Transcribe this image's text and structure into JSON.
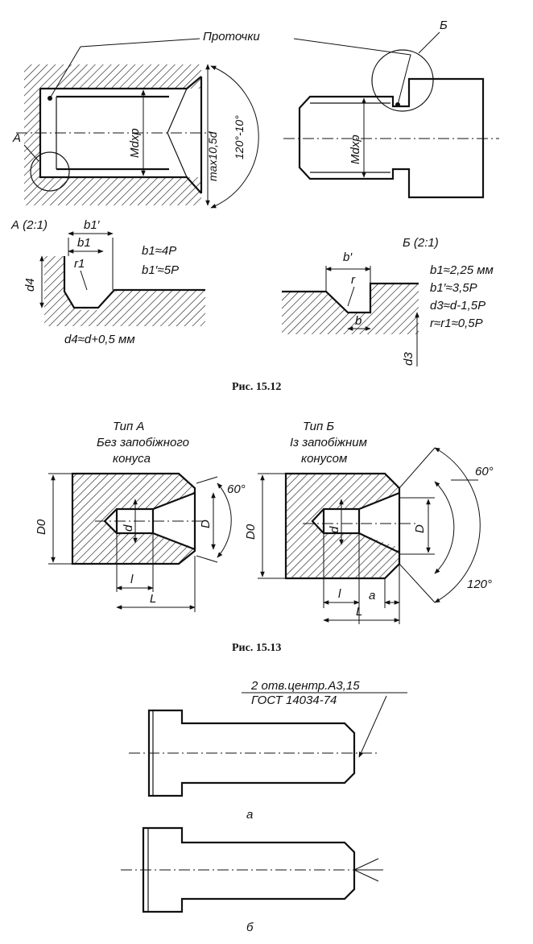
{
  "fig_15_12": {
    "caption": "Рис. 15.12",
    "callout_grooves": "Проточки",
    "view_a_marker": "А",
    "view_b_marker": "Б",
    "thread_label_hole": "Mdxp",
    "thread_label_shaft": "Mdxp",
    "chamfer_depth": "max10,5d",
    "countersink_angle": "120°-10°",
    "detail_a": {
      "title": "А (2:1)",
      "dim_b1_prime": "b1′",
      "dim_b1": "b1",
      "dim_r1": "r1",
      "dim_d4": "d4",
      "formula_1": "b1≈4P",
      "formula_2": "b1′≈5P",
      "formula_3": "d4≈d+0,5 мм"
    },
    "detail_b": {
      "title": "Б (2:1)",
      "dim_b_prime": "b′",
      "dim_r": "r",
      "dim_b": "b",
      "dim_d3": "d3",
      "formula_1": "b1≈2,25 мм",
      "formula_2": "b1′≈3,5P",
      "formula_3": "d3≈d-1,5P",
      "formula_4": "r≈r1≈0,5P"
    }
  },
  "fig_15_13": {
    "caption": "Рис. 15.13",
    "type_a": {
      "title_line1": "Тип А",
      "title_line2": "Без запобіжного",
      "title_line3": "конуса",
      "dim_d0": "D0",
      "dim_d_small": "d",
      "dim_d_big": "D",
      "dim_l": "l",
      "dim_L": "L",
      "angle": "60°"
    },
    "type_b": {
      "title_line1": "Тип Б",
      "title_line2": "Із запобіжним",
      "title_line3": "конусом",
      "dim_d0": "D0",
      "dim_d_small": "d",
      "dim_d_big": "D",
      "dim_l": "l",
      "dim_a": "a",
      "dim_L": "L",
      "angle_1": "60°",
      "angle_2": "120°"
    }
  },
  "fig_15_14": {
    "note_line1": "2 отв.центр.А3,15",
    "note_line2": "ГОСТ 14034-74",
    "label_a": "а",
    "label_b": "б"
  }
}
